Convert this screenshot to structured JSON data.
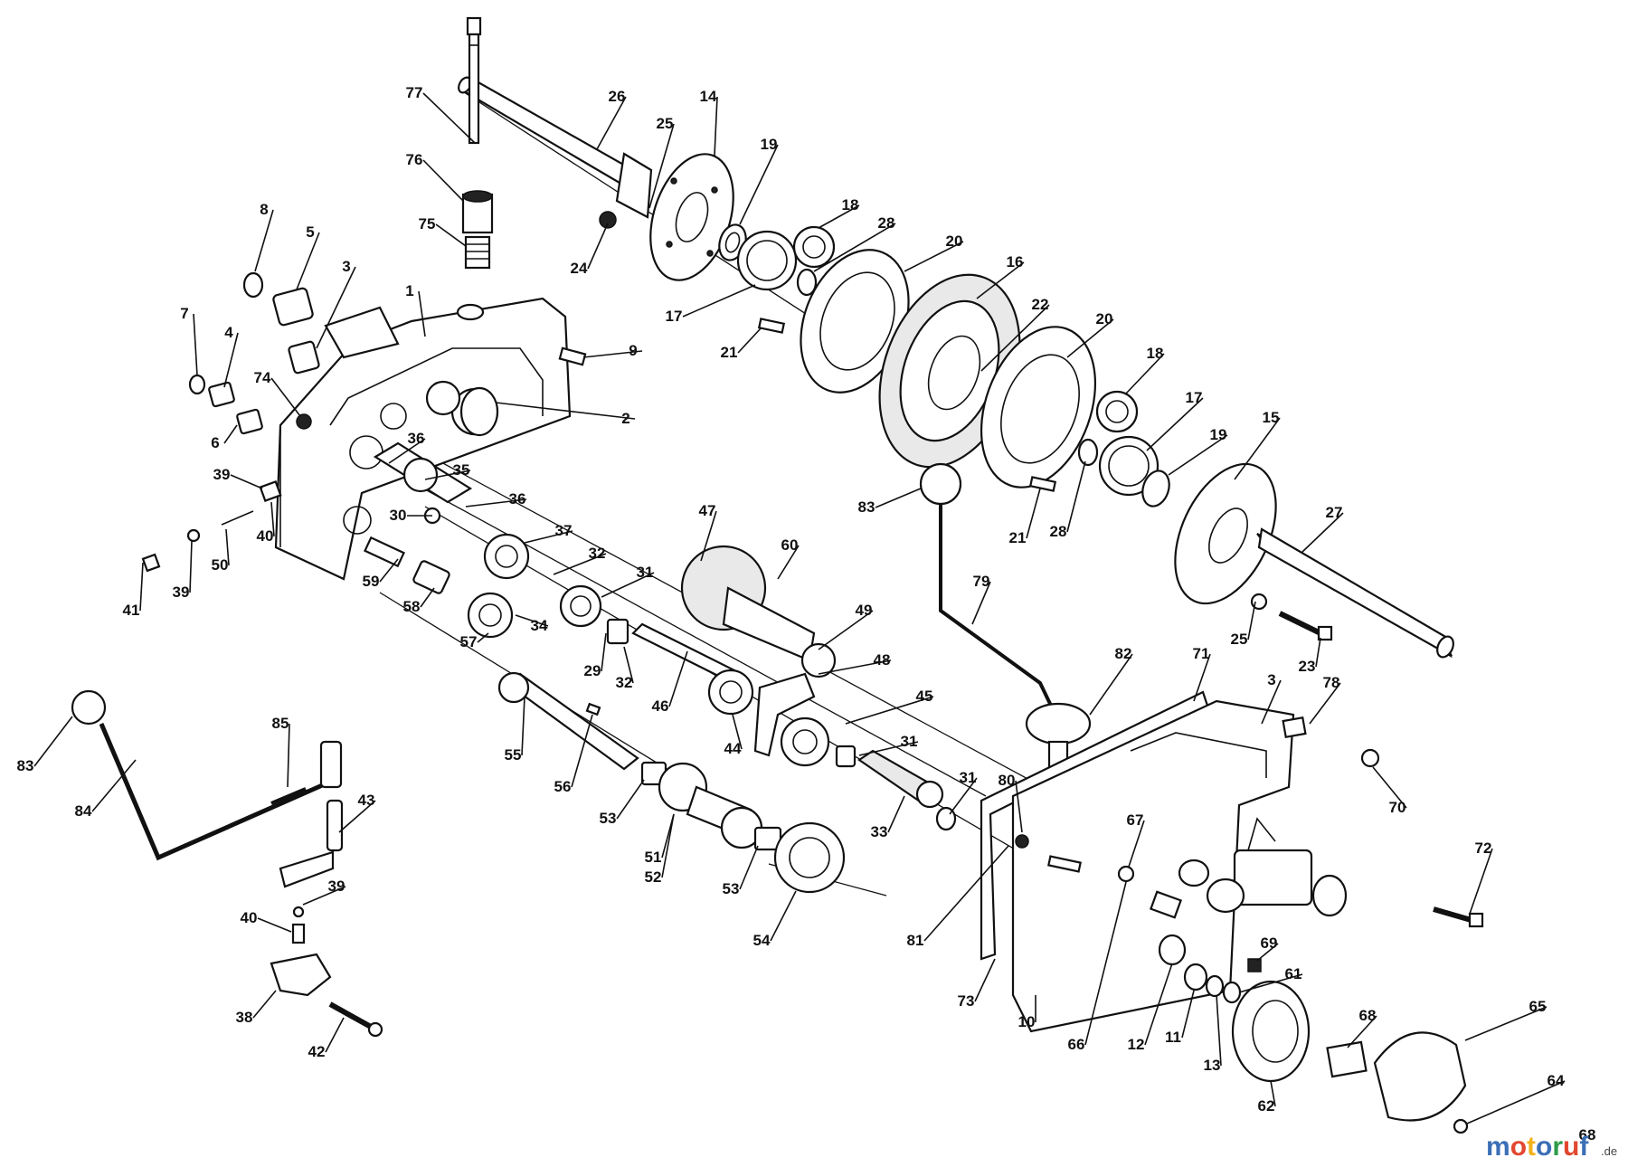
{
  "diagram": {
    "labels": [
      {
        "id": "l77",
        "text": "77"
      },
      {
        "id": "l26",
        "text": "26"
      },
      {
        "id": "l14",
        "text": "14"
      },
      {
        "id": "l25a",
        "text": "25"
      },
      {
        "id": "l19a",
        "text": "19"
      },
      {
        "id": "l18a",
        "text": "18"
      },
      {
        "id": "l28a",
        "text": "28"
      },
      {
        "id": "l76",
        "text": "76"
      },
      {
        "id": "l75",
        "text": "75"
      },
      {
        "id": "l24",
        "text": "24"
      },
      {
        "id": "l17a",
        "text": "17"
      },
      {
        "id": "l20a",
        "text": "20"
      },
      {
        "id": "l16",
        "text": "16"
      },
      {
        "id": "l22",
        "text": "22"
      },
      {
        "id": "l21a",
        "text": "21"
      },
      {
        "id": "l8",
        "text": "8"
      },
      {
        "id": "l5",
        "text": "5"
      },
      {
        "id": "l3a",
        "text": "3"
      },
      {
        "id": "l1",
        "text": "1"
      },
      {
        "id": "l9",
        "text": "9"
      },
      {
        "id": "l7",
        "text": "7"
      },
      {
        "id": "l4",
        "text": "4"
      },
      {
        "id": "l74",
        "text": "74"
      },
      {
        "id": "l2",
        "text": "2"
      },
      {
        "id": "l6",
        "text": "6"
      },
      {
        "id": "l20b",
        "text": "20"
      },
      {
        "id": "l18b",
        "text": "18"
      },
      {
        "id": "l17b",
        "text": "17"
      },
      {
        "id": "l15",
        "text": "15"
      },
      {
        "id": "l19b",
        "text": "19"
      },
      {
        "id": "l36a",
        "text": "36"
      },
      {
        "id": "l35",
        "text": "35"
      },
      {
        "id": "l39a",
        "text": "39"
      },
      {
        "id": "l36b",
        "text": "36"
      },
      {
        "id": "l30",
        "text": "30"
      },
      {
        "id": "l40a",
        "text": "40"
      },
      {
        "id": "l37",
        "text": "37"
      },
      {
        "id": "l47",
        "text": "47"
      },
      {
        "id": "l83a",
        "text": "83"
      },
      {
        "id": "l21b",
        "text": "21"
      },
      {
        "id": "l28b",
        "text": "28"
      },
      {
        "id": "l27",
        "text": "27"
      },
      {
        "id": "l50",
        "text": "50"
      },
      {
        "id": "l32a",
        "text": "32"
      },
      {
        "id": "l60",
        "text": "60"
      },
      {
        "id": "l41",
        "text": "41"
      },
      {
        "id": "l39b",
        "text": "39"
      },
      {
        "id": "l59",
        "text": "59"
      },
      {
        "id": "l31a",
        "text": "31"
      },
      {
        "id": "l79",
        "text": "79"
      },
      {
        "id": "l58",
        "text": "58"
      },
      {
        "id": "l34",
        "text": "34"
      },
      {
        "id": "l49",
        "text": "49"
      },
      {
        "id": "l57",
        "text": "57"
      },
      {
        "id": "l25b",
        "text": "25"
      },
      {
        "id": "l23",
        "text": "23"
      },
      {
        "id": "l29",
        "text": "29"
      },
      {
        "id": "l32b",
        "text": "32"
      },
      {
        "id": "l48",
        "text": "48"
      },
      {
        "id": "l82",
        "text": "82"
      },
      {
        "id": "l71",
        "text": "71"
      },
      {
        "id": "l3b",
        "text": "3"
      },
      {
        "id": "l78",
        "text": "78"
      },
      {
        "id": "l46",
        "text": "46"
      },
      {
        "id": "l45",
        "text": "45"
      },
      {
        "id": "l83b",
        "text": "83"
      },
      {
        "id": "l85",
        "text": "85"
      },
      {
        "id": "l55",
        "text": "55"
      },
      {
        "id": "l44",
        "text": "44"
      },
      {
        "id": "l31b",
        "text": "31"
      },
      {
        "id": "l70",
        "text": "70"
      },
      {
        "id": "l56",
        "text": "56"
      },
      {
        "id": "l31c",
        "text": "31"
      },
      {
        "id": "l80",
        "text": "80"
      },
      {
        "id": "l43",
        "text": "43"
      },
      {
        "id": "l53a",
        "text": "53"
      },
      {
        "id": "l84",
        "text": "84"
      },
      {
        "id": "l33",
        "text": "33"
      },
      {
        "id": "l67",
        "text": "67"
      },
      {
        "id": "l51",
        "text": "51"
      },
      {
        "id": "l52",
        "text": "52"
      },
      {
        "id": "l72",
        "text": "72"
      },
      {
        "id": "l39c",
        "text": "39"
      },
      {
        "id": "l53b",
        "text": "53"
      },
      {
        "id": "l81",
        "text": "81"
      },
      {
        "id": "l40b",
        "text": "40"
      },
      {
        "id": "l54",
        "text": "54"
      },
      {
        "id": "l69",
        "text": "69"
      },
      {
        "id": "l61",
        "text": "61"
      },
      {
        "id": "l73",
        "text": "73"
      },
      {
        "id": "l38",
        "text": "38"
      },
      {
        "id": "l10",
        "text": "10"
      },
      {
        "id": "l66",
        "text": "66"
      },
      {
        "id": "l12",
        "text": "12"
      },
      {
        "id": "l11",
        "text": "11"
      },
      {
        "id": "l13",
        "text": "13"
      },
      {
        "id": "l65",
        "text": "65"
      },
      {
        "id": "l68a",
        "text": "68"
      },
      {
        "id": "l42",
        "text": "42"
      },
      {
        "id": "l62",
        "text": "62"
      },
      {
        "id": "l64",
        "text": "64"
      },
      {
        "id": "l68b",
        "text": "68"
      }
    ]
  },
  "watermark": {
    "letters": [
      "m",
      "o",
      "t",
      "o",
      "r",
      "u",
      "f"
    ],
    "colors": [
      "#3b6fb6",
      "#e2472f",
      "#f3b21b",
      "#3b6fb6",
      "#2e9b48",
      "#e2472f",
      "#3b6fb6"
    ],
    "suffix": ".de"
  }
}
